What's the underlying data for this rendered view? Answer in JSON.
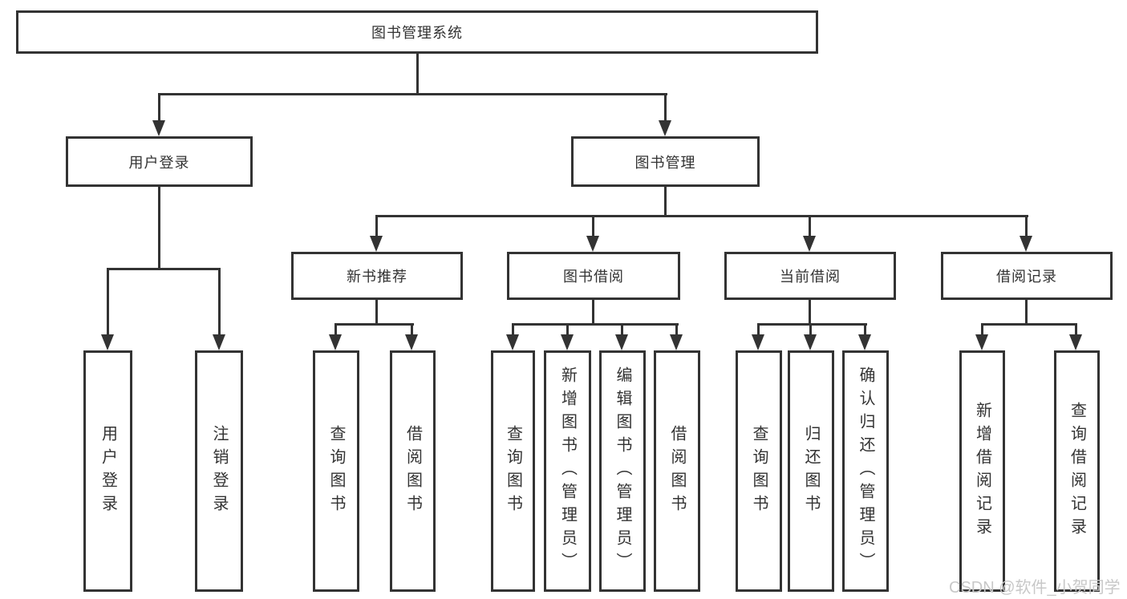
{
  "nodes": {
    "root": "图书管理系统",
    "user_login": "用户登录",
    "book_mgmt": "图书管理",
    "new_book_rec": "新书推荐",
    "book_borrow": "图书借阅",
    "current_borrow": "当前借阅",
    "borrow_record": "借阅记录",
    "leaf_user_login": "用户登录",
    "leaf_logout": "注销登录",
    "rec_query_book": "查询图书",
    "rec_borrow_book": "借阅图书",
    "bb_query_book": "查询图书",
    "bb_add_book": "新增图书（管理员）",
    "bb_edit_book": "编辑图书（管理员）",
    "bb_borrow_book": "借阅图书",
    "cb_query_book": "查询图书",
    "cb_return_book": "归还图书",
    "cb_confirm_return": "确认归还（管理员）",
    "br_add_record": "新增借阅记录",
    "br_query_record": "查询借阅记录"
  },
  "watermark": {
    "text": "CSDN @软件_小贺同学"
  },
  "colors": {
    "line": "#333333",
    "text": "#333333",
    "background": "#ffffff",
    "watermark": "#c8c8c8"
  }
}
